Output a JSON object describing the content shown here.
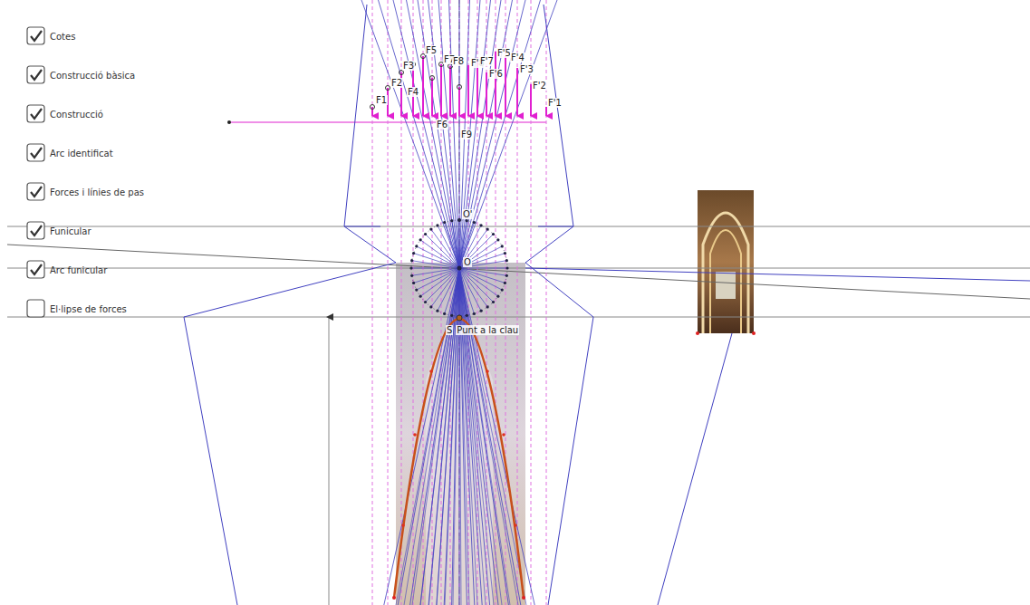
{
  "diagram": {
    "labels": [
      "Cotes",
      "Construcció bàsica",
      "Construcció",
      "Arc identificat",
      "Forces i línies de pas",
      "Funicular",
      "Arc funicular",
      "El·lipse de forces",
      "F1",
      "F2",
      "F3",
      "F4",
      "F5",
      "F6",
      "F7",
      "F8",
      "F9",
      "F'8",
      "F'7",
      "F'6",
      "F'5",
      "F'4",
      "F'3",
      "F'2",
      "F'1",
      "O'",
      "O",
      "S",
      "Punt a la clau"
    ]
  }
}
